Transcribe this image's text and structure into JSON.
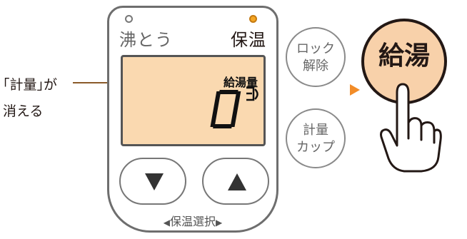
{
  "panel": {
    "boil_label": "沸とう",
    "keep_warm_label": "保温",
    "lcd": {
      "label": "給湯量",
      "value": "0"
    },
    "select_label": "保温選択"
  },
  "buttons": {
    "lock_release": [
      "ロック",
      "解除"
    ],
    "measure_cup": [
      "計量",
      "カップ"
    ],
    "hot_water": "給湯"
  },
  "callout": {
    "line1": "｢計量｣が",
    "line2": "消える"
  },
  "colors": {
    "lcd_bg": "#fad9b0",
    "led_on": "#f5a623",
    "hot_button_bg": "#f8d1aa",
    "pointer": "#f28c28"
  }
}
